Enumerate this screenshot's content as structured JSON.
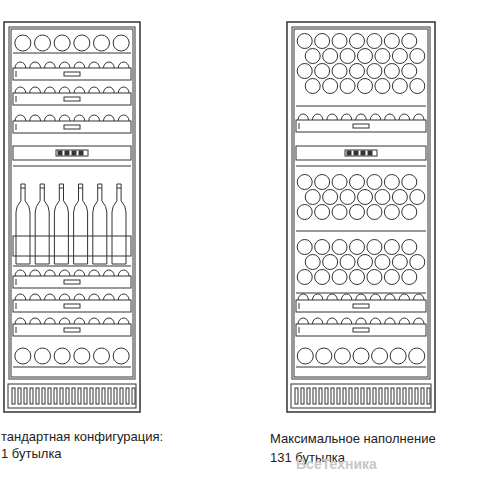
{
  "diagram": {
    "labels": [
      "тандартная конфигурация:",
      "1 бутылка",
      "Максимальное наполнение",
      "131 бутылка",
      "ВсеТехника"
    ]
  }
}
